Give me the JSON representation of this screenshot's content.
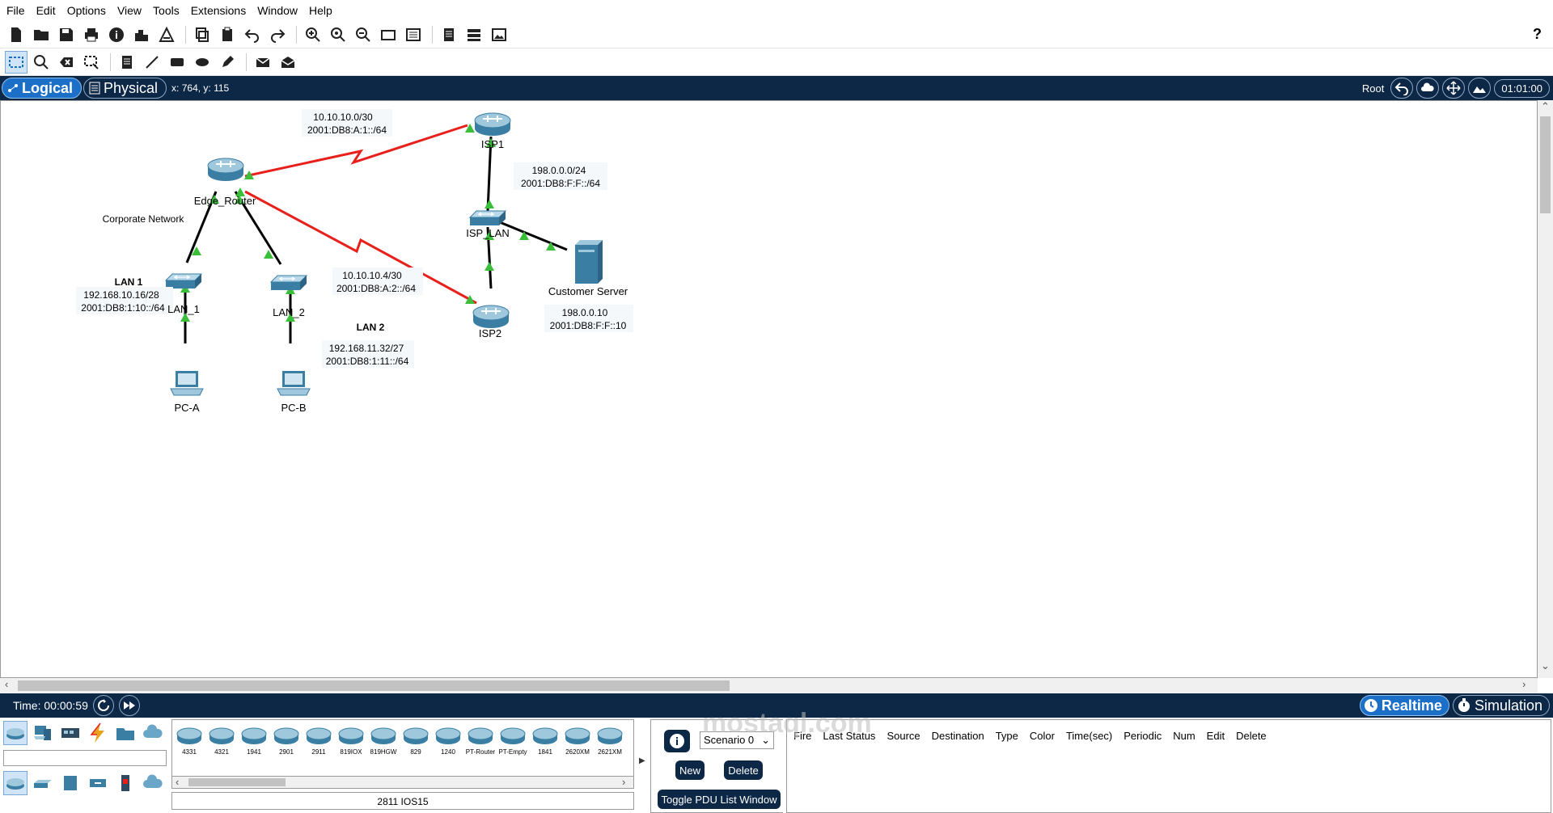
{
  "menu": [
    "File",
    "Edit",
    "Options",
    "View",
    "Tools",
    "Extensions",
    "Window",
    "Help"
  ],
  "help_label": "?",
  "tabs": {
    "logical": "Logical",
    "physical": "Physical"
  },
  "cursor_coords": "x: 764, y: 115",
  "root_label": "Root",
  "clock": "01:01:00",
  "network": {
    "devices": [
      {
        "label": "ISP1",
        "icon": "router-icon"
      },
      {
        "label": "Edge_Router",
        "icon": "router-icon"
      },
      {
        "label": "ISP_LAN",
        "icon": "switch-icon"
      },
      {
        "label": "ISP2",
        "icon": "router-icon"
      },
      {
        "label": "LAN_1",
        "icon": "switch-icon"
      },
      {
        "label": "LAN_2",
        "icon": "switch-icon"
      },
      {
        "label": "Customer Server",
        "icon": "server-icon"
      },
      {
        "label": "PC-A",
        "icon": "pc-icon"
      },
      {
        "label": "PC-B",
        "icon": "pc-icon"
      }
    ],
    "notes": {
      "link1_ipv4": "10.10.10.0/30",
      "link1_ipv6": "2001:DB8:A:1::/64",
      "isp_lan_ipv4": "198.0.0.0/24",
      "isp_lan_ipv6": "2001:DB8:F:F::/64",
      "corporate": "Corporate Network",
      "link2_ipv4": "10.10.10.4/30",
      "link2_ipv6": "2001:DB8:A:2::/64",
      "server_ipv4": "198.0.0.10",
      "server_ipv6": "2001:DB8:F:F::10",
      "lan1_title": "LAN 1",
      "lan1_ipv4": "192.168.10.16/28",
      "lan1_ipv6": "2001:DB8:1:10::/64",
      "lan2_title": "LAN 2",
      "lan2_ipv4": "192.168.11.32/27",
      "lan2_ipv6": "2001:DB8:1:11::/64"
    }
  },
  "status": {
    "time": "Time: 00:00:59",
    "realtime": "Realtime",
    "simulation": "Simulation"
  },
  "device_models": [
    "4331",
    "4321",
    "1941",
    "2901",
    "2911",
    "819IOX",
    "819HGW",
    "829",
    "1240",
    "PT-Router",
    "PT-Empty",
    "1841",
    "2620XM",
    "2621XM"
  ],
  "selected_model": "2811 IOS15",
  "scenario": {
    "select": "Scenario 0",
    "new": "New",
    "delete": "Delete",
    "toggle": "Toggle PDU List Window"
  },
  "pdu_columns": [
    "Fire",
    "Last Status",
    "Source",
    "Destination",
    "Type",
    "Color",
    "Time(sec)",
    "Periodic",
    "Num",
    "Edit",
    "Delete"
  ],
  "watermark": "mostaql.com",
  "colors": {
    "accent": "#1b6fc7",
    "bar": "#0d2746",
    "serial": "#e8201c",
    "link_ok": "#3bbf3b"
  }
}
